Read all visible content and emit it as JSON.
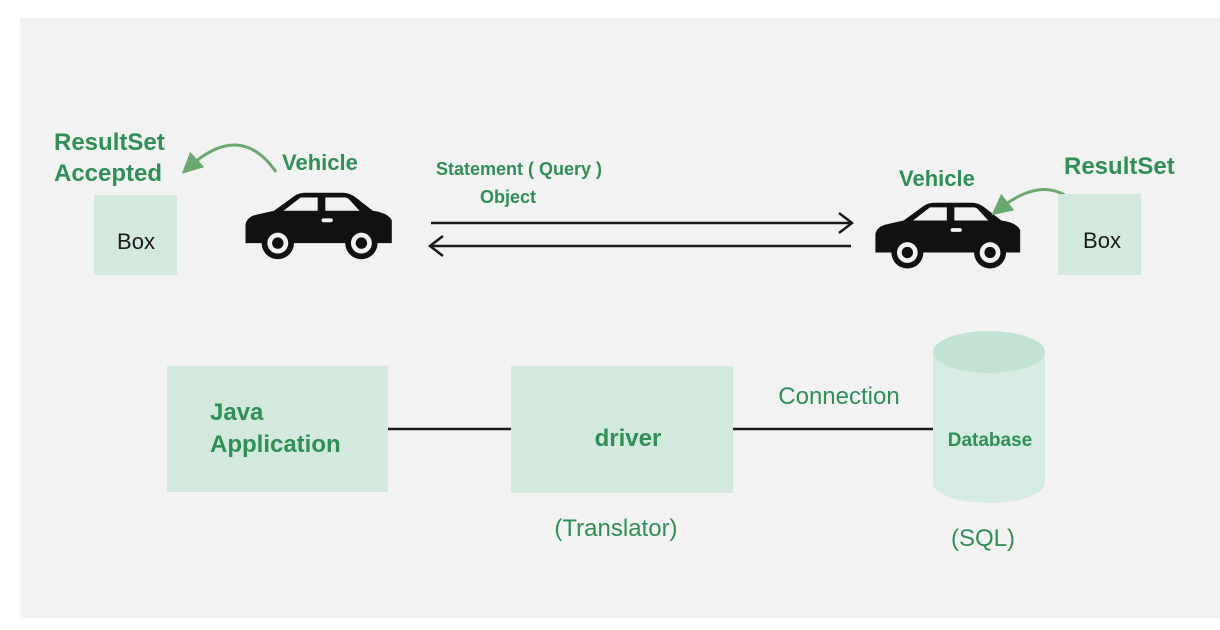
{
  "labels": {
    "resultset_accepted_line1": "ResultSet",
    "resultset_accepted_line2": "Accepted",
    "box_left": "Box",
    "vehicle_left": "Vehicle",
    "statement_line1": "Statement ( Query )",
    "statement_line2": "Object",
    "vehicle_right": "Vehicle",
    "resultset_right": "ResultSet",
    "box_right": "Box",
    "java_line1": "Java",
    "java_line2": "Application",
    "driver": "driver",
    "translator": "(Translator)",
    "connection": "Connection",
    "database": "Database",
    "sql": "(SQL)"
  },
  "colors": {
    "green_text": "#2f8f57",
    "box_fill": "#d3e9de",
    "background": "#f2f2f2",
    "cylinder_top": "#c3e3d4",
    "cylinder_body": "#d6ece2",
    "line": "#1a1a1a",
    "car": "#111111"
  },
  "icons": {
    "car": "car-icon",
    "curved_arrow": "curved-arrow-icon",
    "database": "database-cylinder-icon"
  }
}
